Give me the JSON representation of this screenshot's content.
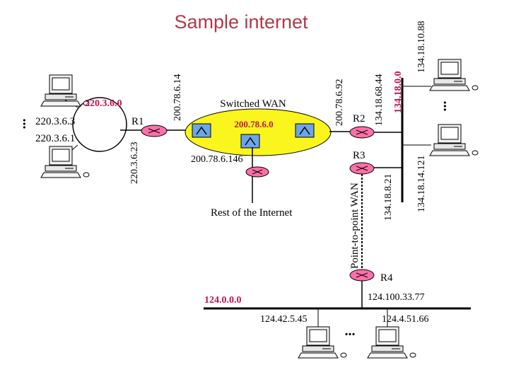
{
  "title": "Sample internet",
  "colors": {
    "title": "#b03a48",
    "network": "#c4124f",
    "wan_fill": "#fbf51e",
    "router": "#ff6fa8",
    "switch": "#6aa6e8"
  },
  "networks": {
    "ring": "220.3.6.0",
    "wan": "200.78.6.0",
    "east": "134.18.0.0",
    "south": "124.0.0.0"
  },
  "labels": {
    "switched_wan": "Switched WAN",
    "rest_internet": "Rest of the Internet",
    "ptp_wan": "Point-to-point WAN",
    "ellipsis": "..."
  },
  "routers": {
    "r1": "R1",
    "r2": "R2",
    "r3": "R3",
    "r4": "R4"
  },
  "addresses": {
    "h_220_3": "220.3.6.3",
    "h_220_1": "220.3.6.1",
    "r1_ring": "220.3.6.23",
    "r1_wan": "200.78.6.14",
    "r2_wan": "200.78.6.92",
    "r2_lan": "134.18.68.44",
    "rest": "200.78.6.146",
    "top_host": "134.18.10.88",
    "mid_host": "134.18.14.121",
    "r3_lan": "134.18.8.21",
    "r4_lan": "124.100.33.77",
    "south_left": "124.42.5.45",
    "south_right": "124.4.51.66"
  }
}
